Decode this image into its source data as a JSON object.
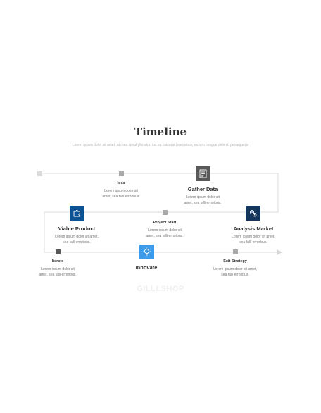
{
  "header": {
    "title": "Timeline",
    "subtitle": "Lorem ipsum dolor sit amet, at mea simul gloriatur, ius ea placerat forensibus, eu vim congue deleniti persequeris"
  },
  "colors": {
    "line": "#dcdcdc",
    "marker": "#a9a9a9",
    "blue_dark": "#0b5394",
    "navy": "#14365d",
    "light_blue": "#3d9be9",
    "grey_dark": "#595959"
  },
  "steps": [
    {
      "label": "Idea",
      "desc1": "Lorem ipsum dolor sit",
      "desc2": "amet, sea falli erroribus."
    },
    {
      "label": "Gather Data",
      "desc1": "Lorem ipsum dolor sit",
      "desc2": "amet, sea falli erroribus.",
      "icon": "checklist-icon"
    },
    {
      "label": "Viable Product",
      "desc1": "Lorem ipsum dolor sit amet,",
      "desc2": "sea falli erroribus.",
      "icon": "puzzle-icon"
    },
    {
      "label": "Project Start",
      "desc1": "Lorem ipsum dolor sit",
      "desc2": "amet, sea falli erroribus."
    },
    {
      "label": "Analysis Market",
      "desc1": "Lorem ipsum dolor sit amet,",
      "desc2": "sea falli erroribus.",
      "icon": "gears-icon"
    },
    {
      "label": "Iterate",
      "desc1": "Lorem ipsum dolor sit",
      "desc2": "amet, sea falli erroribus."
    },
    {
      "label": "Innovate",
      "icon": "lightbulb-icon"
    },
    {
      "label": "Exit Strategy",
      "desc1": "Lorem ipsum dolor sit amet,",
      "desc2": "sea falli erroribus."
    }
  ],
  "watermark": "GILLLSHOP"
}
